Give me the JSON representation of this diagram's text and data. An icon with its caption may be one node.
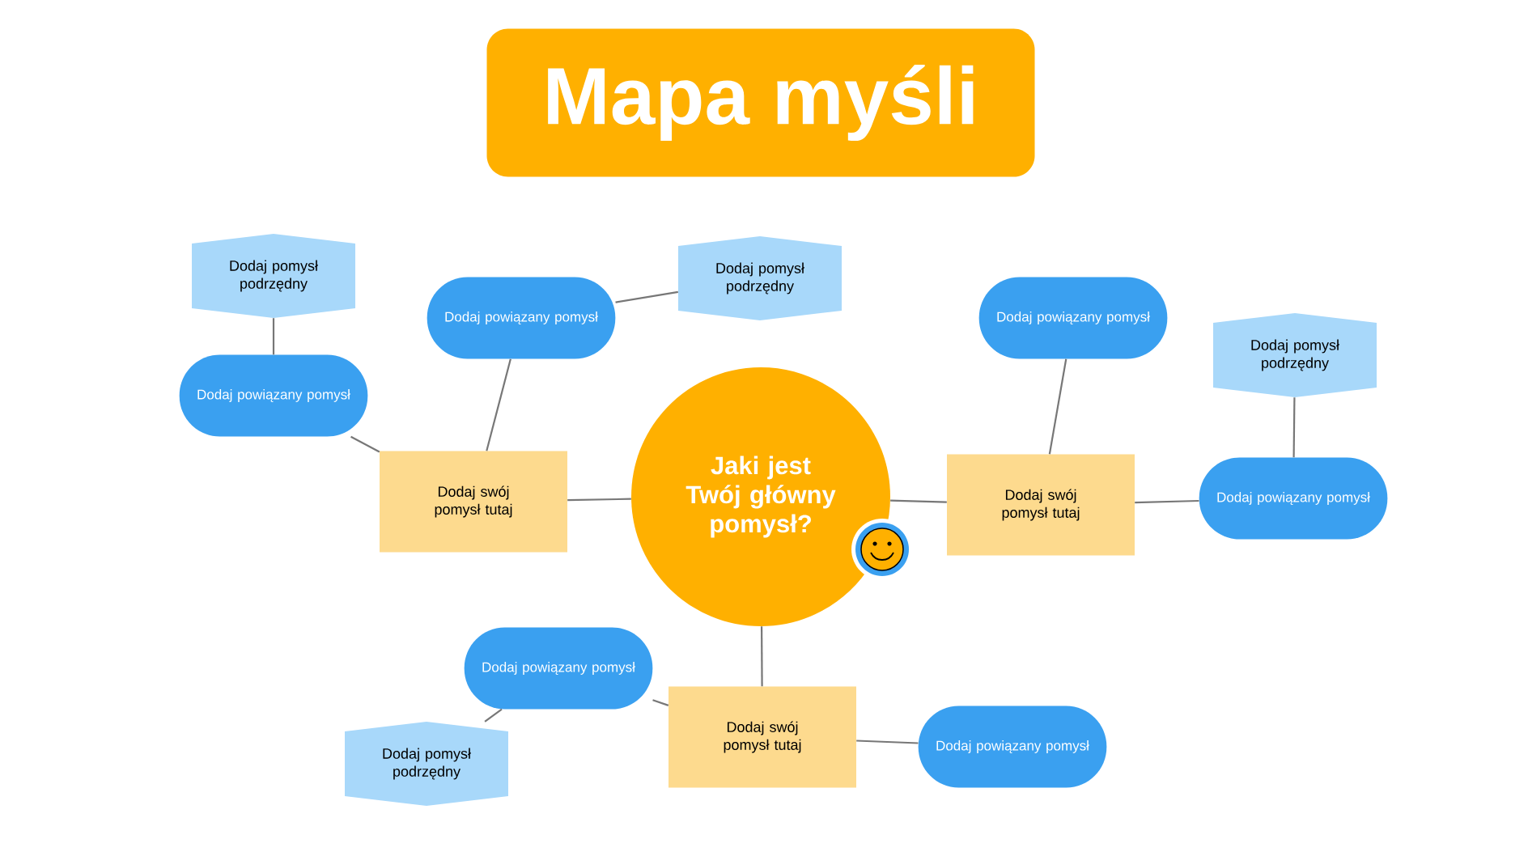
{
  "diagram": {
    "title": "Mapa myśli",
    "nodes": [
      {
        "text": [
          "Jaki jest Twój główny pomysł?"
        ]
      },
      {
        "text": [
          "Dodaj swój pomysł tutaj"
        ]
      },
      {
        "text": [
          "Dodaj swój pomysł tutaj"
        ]
      },
      {
        "text": [
          "Dodaj swój pomysł tutaj"
        ]
      },
      {
        "text": [
          "Dodaj powiązany pomysł"
        ]
      },
      {
        "text": [
          "Dodaj powiązany pomysł"
        ]
      },
      {
        "text": [
          "Dodaj powiązany pomysł"
        ]
      },
      {
        "text": [
          "Dodaj powiązany pomysł"
        ]
      },
      {
        "text": [
          "Dodaj powiązany pomysł"
        ]
      },
      {
        "text": [
          "Dodaj powiązany pomysł"
        ]
      },
      {
        "text": [
          "Dodaj pomysł podrzędny"
        ]
      },
      {
        "text": [
          "Dodaj pomysł podrzędny"
        ]
      },
      {
        "text": [
          "Dodaj pomysł podrzędny"
        ]
      },
      {
        "text": [
          "Dodaj pomysł podrzędny"
        ]
      }
    ],
    "edges": [
      {
        "from": 0,
        "to": 1,
        "arrow": "none"
      },
      {
        "from": 0,
        "to": 2,
        "arrow": "none"
      },
      {
        "from": 0,
        "to": 3,
        "arrow": "none"
      },
      {
        "from": 1,
        "to": 4,
        "arrow": "none"
      },
      {
        "from": 1,
        "to": 5,
        "arrow": "none"
      },
      {
        "from": 4,
        "to": 11,
        "arrow": "none"
      },
      {
        "from": 5,
        "to": 10,
        "arrow": "none"
      },
      {
        "from": 2,
        "to": 6,
        "arrow": "none"
      },
      {
        "from": 2,
        "to": 7,
        "arrow": "none"
      },
      {
        "from": 7,
        "to": 12,
        "arrow": "none"
      },
      {
        "from": 3,
        "to": 8,
        "arrow": "none"
      },
      {
        "from": 3,
        "to": 9,
        "arrow": "none"
      },
      {
        "from": 8,
        "to": 13,
        "arrow": "none"
      }
    ]
  }
}
